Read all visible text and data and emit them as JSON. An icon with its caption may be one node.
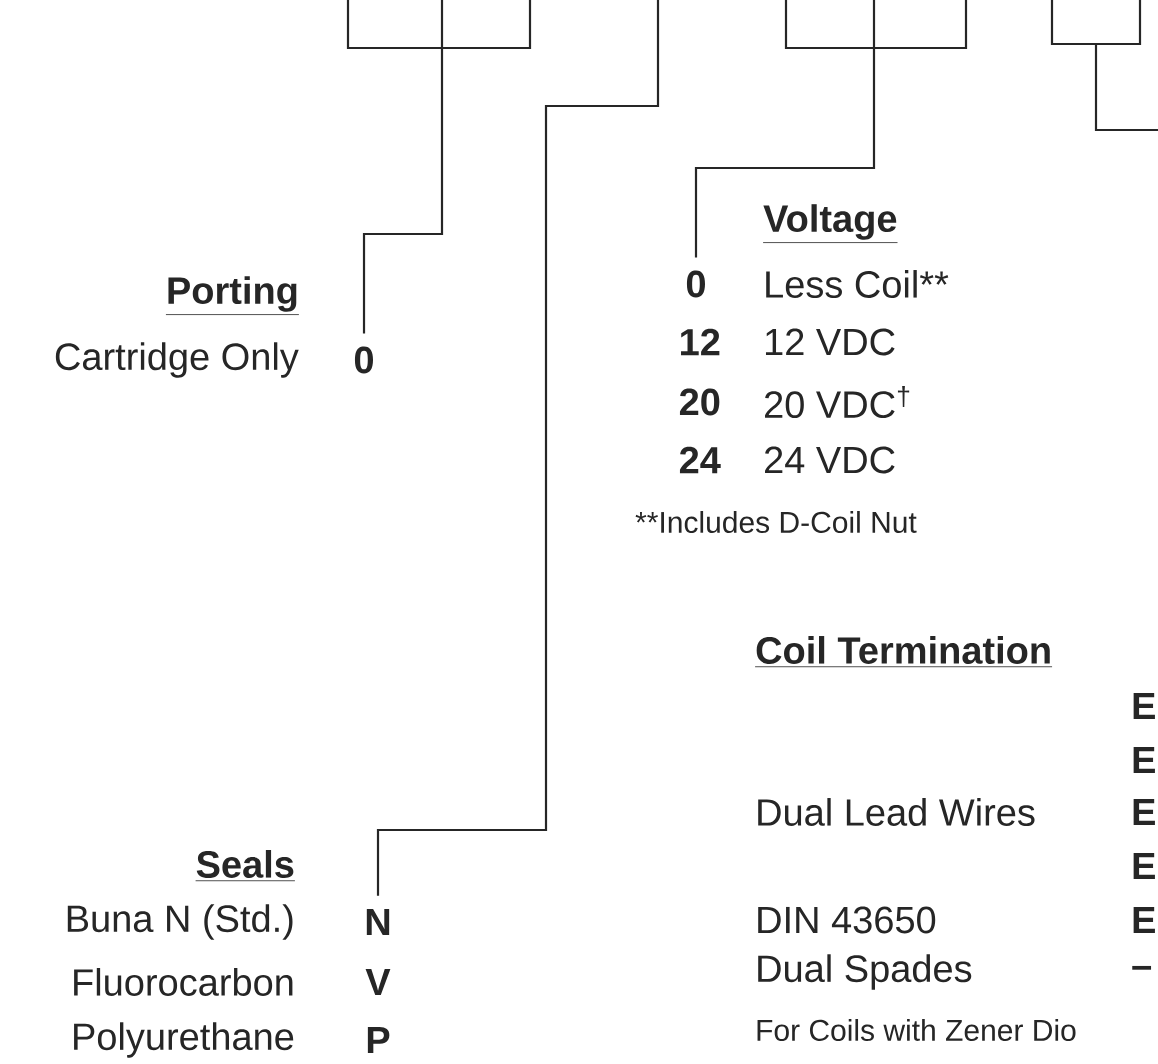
{
  "diagram": {
    "nodes": [
      {
        "text": [
          "0"
        ]
      },
      {
        "text": [
          "0"
        ]
      },
      {
        "text": [
          "N"
        ]
      },
      {
        "text": [],
        "shape": "bracket"
      },
      {
        "text": [],
        "shape": "bracket"
      },
      {
        "text": [],
        "shape": "bracket"
      }
    ],
    "edges": [
      {
        "from": 3,
        "to": 0,
        "arrow": "none"
      },
      {
        "from": 4,
        "to": 1,
        "arrow": "none"
      },
      {
        "from": null,
        "to": 2,
        "arrow": "none"
      },
      {
        "from": 5,
        "to": null,
        "arrow": "none"
      }
    ],
    "labels": [
      "Porting",
      "Cartridge Only",
      "Voltage",
      "Less Coil**",
      "12",
      "12 VDC",
      "20",
      "20 VDC$^{†}$",
      "24",
      "24 VDC",
      "**Includes D-Coil Nut",
      "Coil Termination",
      "E",
      "E",
      "Dual Lead Wires",
      "E",
      "Seals",
      "E",
      "DIN 43650",
      "E",
      "Buna N (Std.)",
      "Dual Spades",
      "–",
      "Fluorocarbon",
      "V",
      "For Coils with Zener Dio",
      "Polyurethane",
      "P"
    ]
  }
}
